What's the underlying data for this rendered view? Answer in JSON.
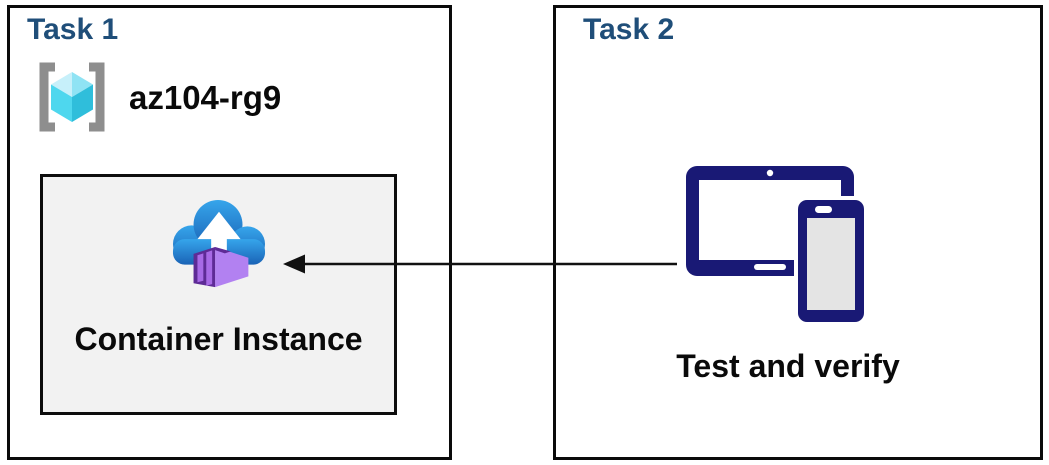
{
  "task1": {
    "title": "Task 1",
    "resource_group": {
      "name": "az104-rg9",
      "icon": "resource-group"
    },
    "container_box": {
      "label": "Container Instance",
      "icon": "container-instance"
    }
  },
  "task2": {
    "title": "Task 2",
    "label": "Test and verify",
    "icon": "tablet-and-phone-devices"
  },
  "arrow": {
    "from": "task2-devices",
    "to": "task1-container-instance",
    "direction": "right-to-left"
  },
  "colors": {
    "task_title": "#1f4e79",
    "body_text": "#0a0a0a",
    "box_border": "#0a0a0a",
    "inner_box_bg": "#f2f2f2",
    "bracket_gray": "#8e8e8e",
    "cube_cyan_light": "#c7f0fa",
    "cube_cyan_mid": "#8fe3f4",
    "cube_cyan": "#4ed7ee",
    "cube_cyan_dark": "#2fbedb",
    "cloud_blue_top": "#36a5eb",
    "cloud_blue_bottom": "#1a63b6",
    "container_purple_dark": "#5e2b96",
    "container_purple": "#a76ae6",
    "container_purple_light": "#b281f1",
    "device_navy": "#191975",
    "phone_screen": "#e4e4e4"
  }
}
